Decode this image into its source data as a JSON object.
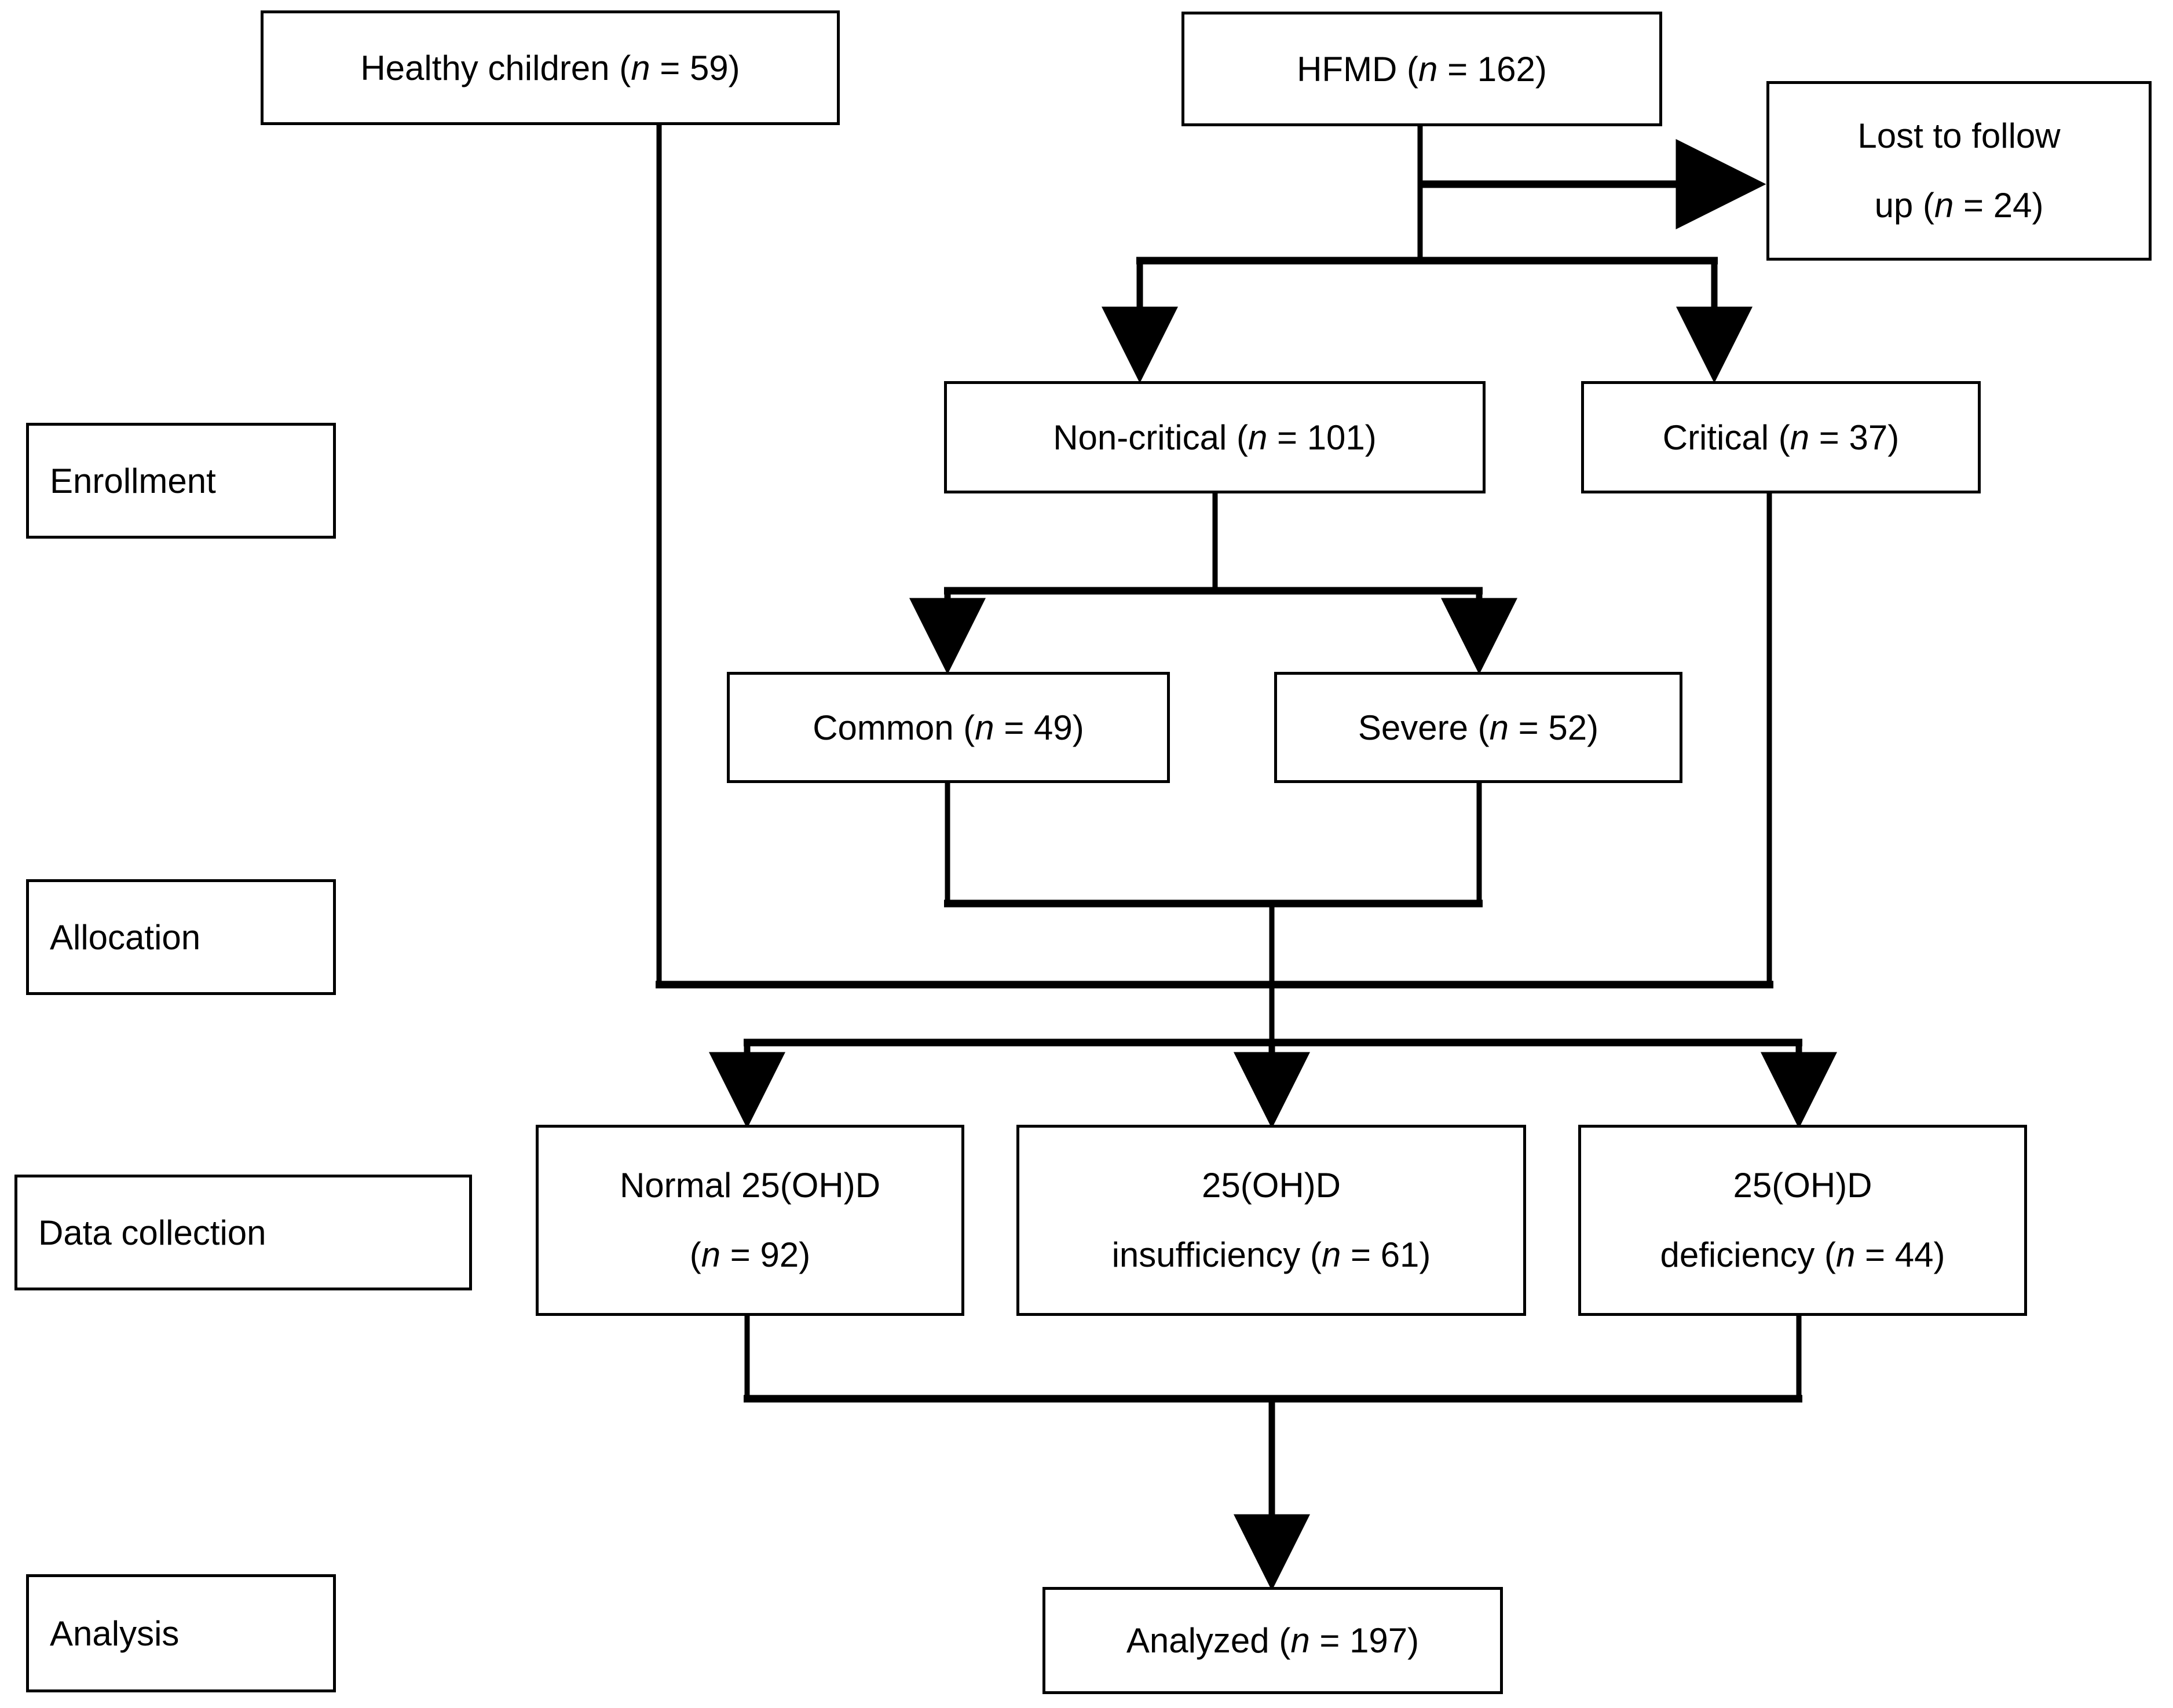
{
  "diagram": {
    "type": "flowchart",
    "title": "CONSORT-style participant flow diagram",
    "background_color": "#ffffff",
    "line_color": "#000000",
    "text_color": "#000000"
  },
  "stages": [
    {
      "id": "enrollment",
      "label": "Enrollment"
    },
    {
      "id": "allocation",
      "label": "Allocation"
    },
    {
      "id": "data_collection",
      "label": "Data collection"
    },
    {
      "id": "analysis",
      "label": "Analysis"
    }
  ],
  "nodes": {
    "healthy_children": {
      "line1_pre": "Healthy children (",
      "line1_n": "n",
      "line1_post": " = 59)"
    },
    "hfmd": {
      "line1_pre": "HFMD (",
      "line1_n": "n",
      "line1_post": " = 162)"
    },
    "lost_to_followup": {
      "line1": "Lost to follow",
      "line2_pre": "up (",
      "line2_n": "n",
      "line2_post": " = 24)"
    },
    "non_critical": {
      "line1_pre": "Non-critical (",
      "line1_n": "n",
      "line1_post": " = 101)"
    },
    "critical": {
      "line1_pre": "Critical (",
      "line1_n": "n",
      "line1_post": " = 37)"
    },
    "common": {
      "line1_pre": "Common (",
      "line1_n": "n",
      "line1_post": " = 49)"
    },
    "severe": {
      "line1_pre": "Severe (",
      "line1_n": "n",
      "line1_post": " = 52)"
    },
    "normal_25ohd": {
      "line1": "Normal 25(OH)D",
      "line2_pre": "(",
      "line2_n": "n",
      "line2_post": " = 92)"
    },
    "insufficiency_25ohd": {
      "line1": "25(OH)D",
      "line2_pre": "insufficiency (",
      "line2_n": "n",
      "line2_post": " = 61)"
    },
    "deficiency_25ohd": {
      "line1": "25(OH)D",
      "line2_pre": "deficiency (",
      "line2_n": "n",
      "line2_post": " = 44)"
    },
    "analyzed": {
      "line1_pre": "Analyzed (",
      "line1_n": "n",
      "line1_post": " = 197)"
    }
  },
  "counts": {
    "healthy_children": 59,
    "hfmd": 162,
    "lost_to_followup": 24,
    "non_critical": 101,
    "critical": 37,
    "common": 49,
    "severe": 52,
    "normal_25ohd": 92,
    "insufficiency_25ohd": 61,
    "deficiency_25ohd": 44,
    "analyzed": 197
  }
}
